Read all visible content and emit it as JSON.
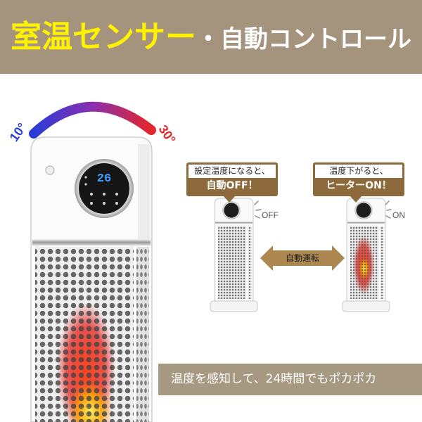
{
  "banner": {
    "title_highlight": "室温センサー",
    "title_rest": "・自動コントロール"
  },
  "colors": {
    "banner_bg": "#a5947d",
    "highlight_yellow": "#fff100",
    "callout_brown": "#8c6a3c",
    "arrow_tan": "#ad8750",
    "arc_cold": "#2b3cd6",
    "arc_hot": "#e3262a",
    "display_digits": "#3aa0ff",
    "caption_bg": "rgba(160,144,118,0.92)"
  },
  "temperature_arc": {
    "min_label": "10°",
    "max_label": "30°"
  },
  "main_heater": {
    "display_value": "26"
  },
  "callouts": [
    {
      "line1": "設定温度になると、",
      "line2": "自動OFF！",
      "state_label": "OFF"
    },
    {
      "line1": "温度下がると、",
      "line2": "ヒーターON！",
      "state_label": "ON"
    }
  ],
  "auto_arrow": {
    "label": "自動運転"
  },
  "caption": "温度を感知して、24時間でもポカポカ"
}
